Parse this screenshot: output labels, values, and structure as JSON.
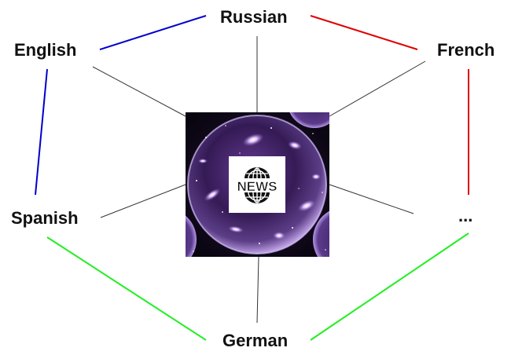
{
  "center": {
    "badge_text": "NEWS",
    "icon": "globe-icon",
    "background": "cosmic-bubble-image"
  },
  "languages": {
    "russian": "Russian",
    "english": "English",
    "french": "French",
    "spanish": "Spanish",
    "more": "...",
    "german": "German"
  },
  "colors": {
    "spoke": "#333333",
    "blue_link": "#0000cc",
    "red_link": "#e00000",
    "green_link": "#22ee22",
    "text": "#111111"
  },
  "links": [
    {
      "from": "english",
      "to": "russian",
      "color": "blue"
    },
    {
      "from": "english",
      "to": "spanish",
      "color": "blue"
    },
    {
      "from": "russian",
      "to": "french",
      "color": "red"
    },
    {
      "from": "french",
      "to": "more",
      "color": "red"
    },
    {
      "from": "spanish",
      "to": "german",
      "color": "green"
    },
    {
      "from": "german",
      "to": "more",
      "color": "green"
    }
  ]
}
